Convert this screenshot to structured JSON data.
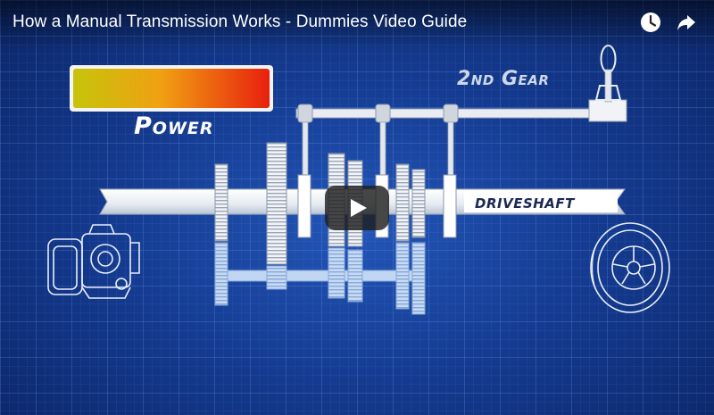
{
  "video": {
    "title": "How a Manual Transmission Works - Dummies Video Guide"
  },
  "controls": {
    "watch_later_icon": "clock-icon",
    "share_icon": "share-arrow-icon",
    "play_icon": "play-icon"
  },
  "scene": {
    "power_label": "Power",
    "gear_label": "2nd Gear",
    "driveshaft_label": "DRIVESHAFT",
    "power_meter_level": 1.0
  },
  "colors": {
    "background": "#153c92",
    "power_low": "#c8c800",
    "power_high": "#e81c0c"
  }
}
